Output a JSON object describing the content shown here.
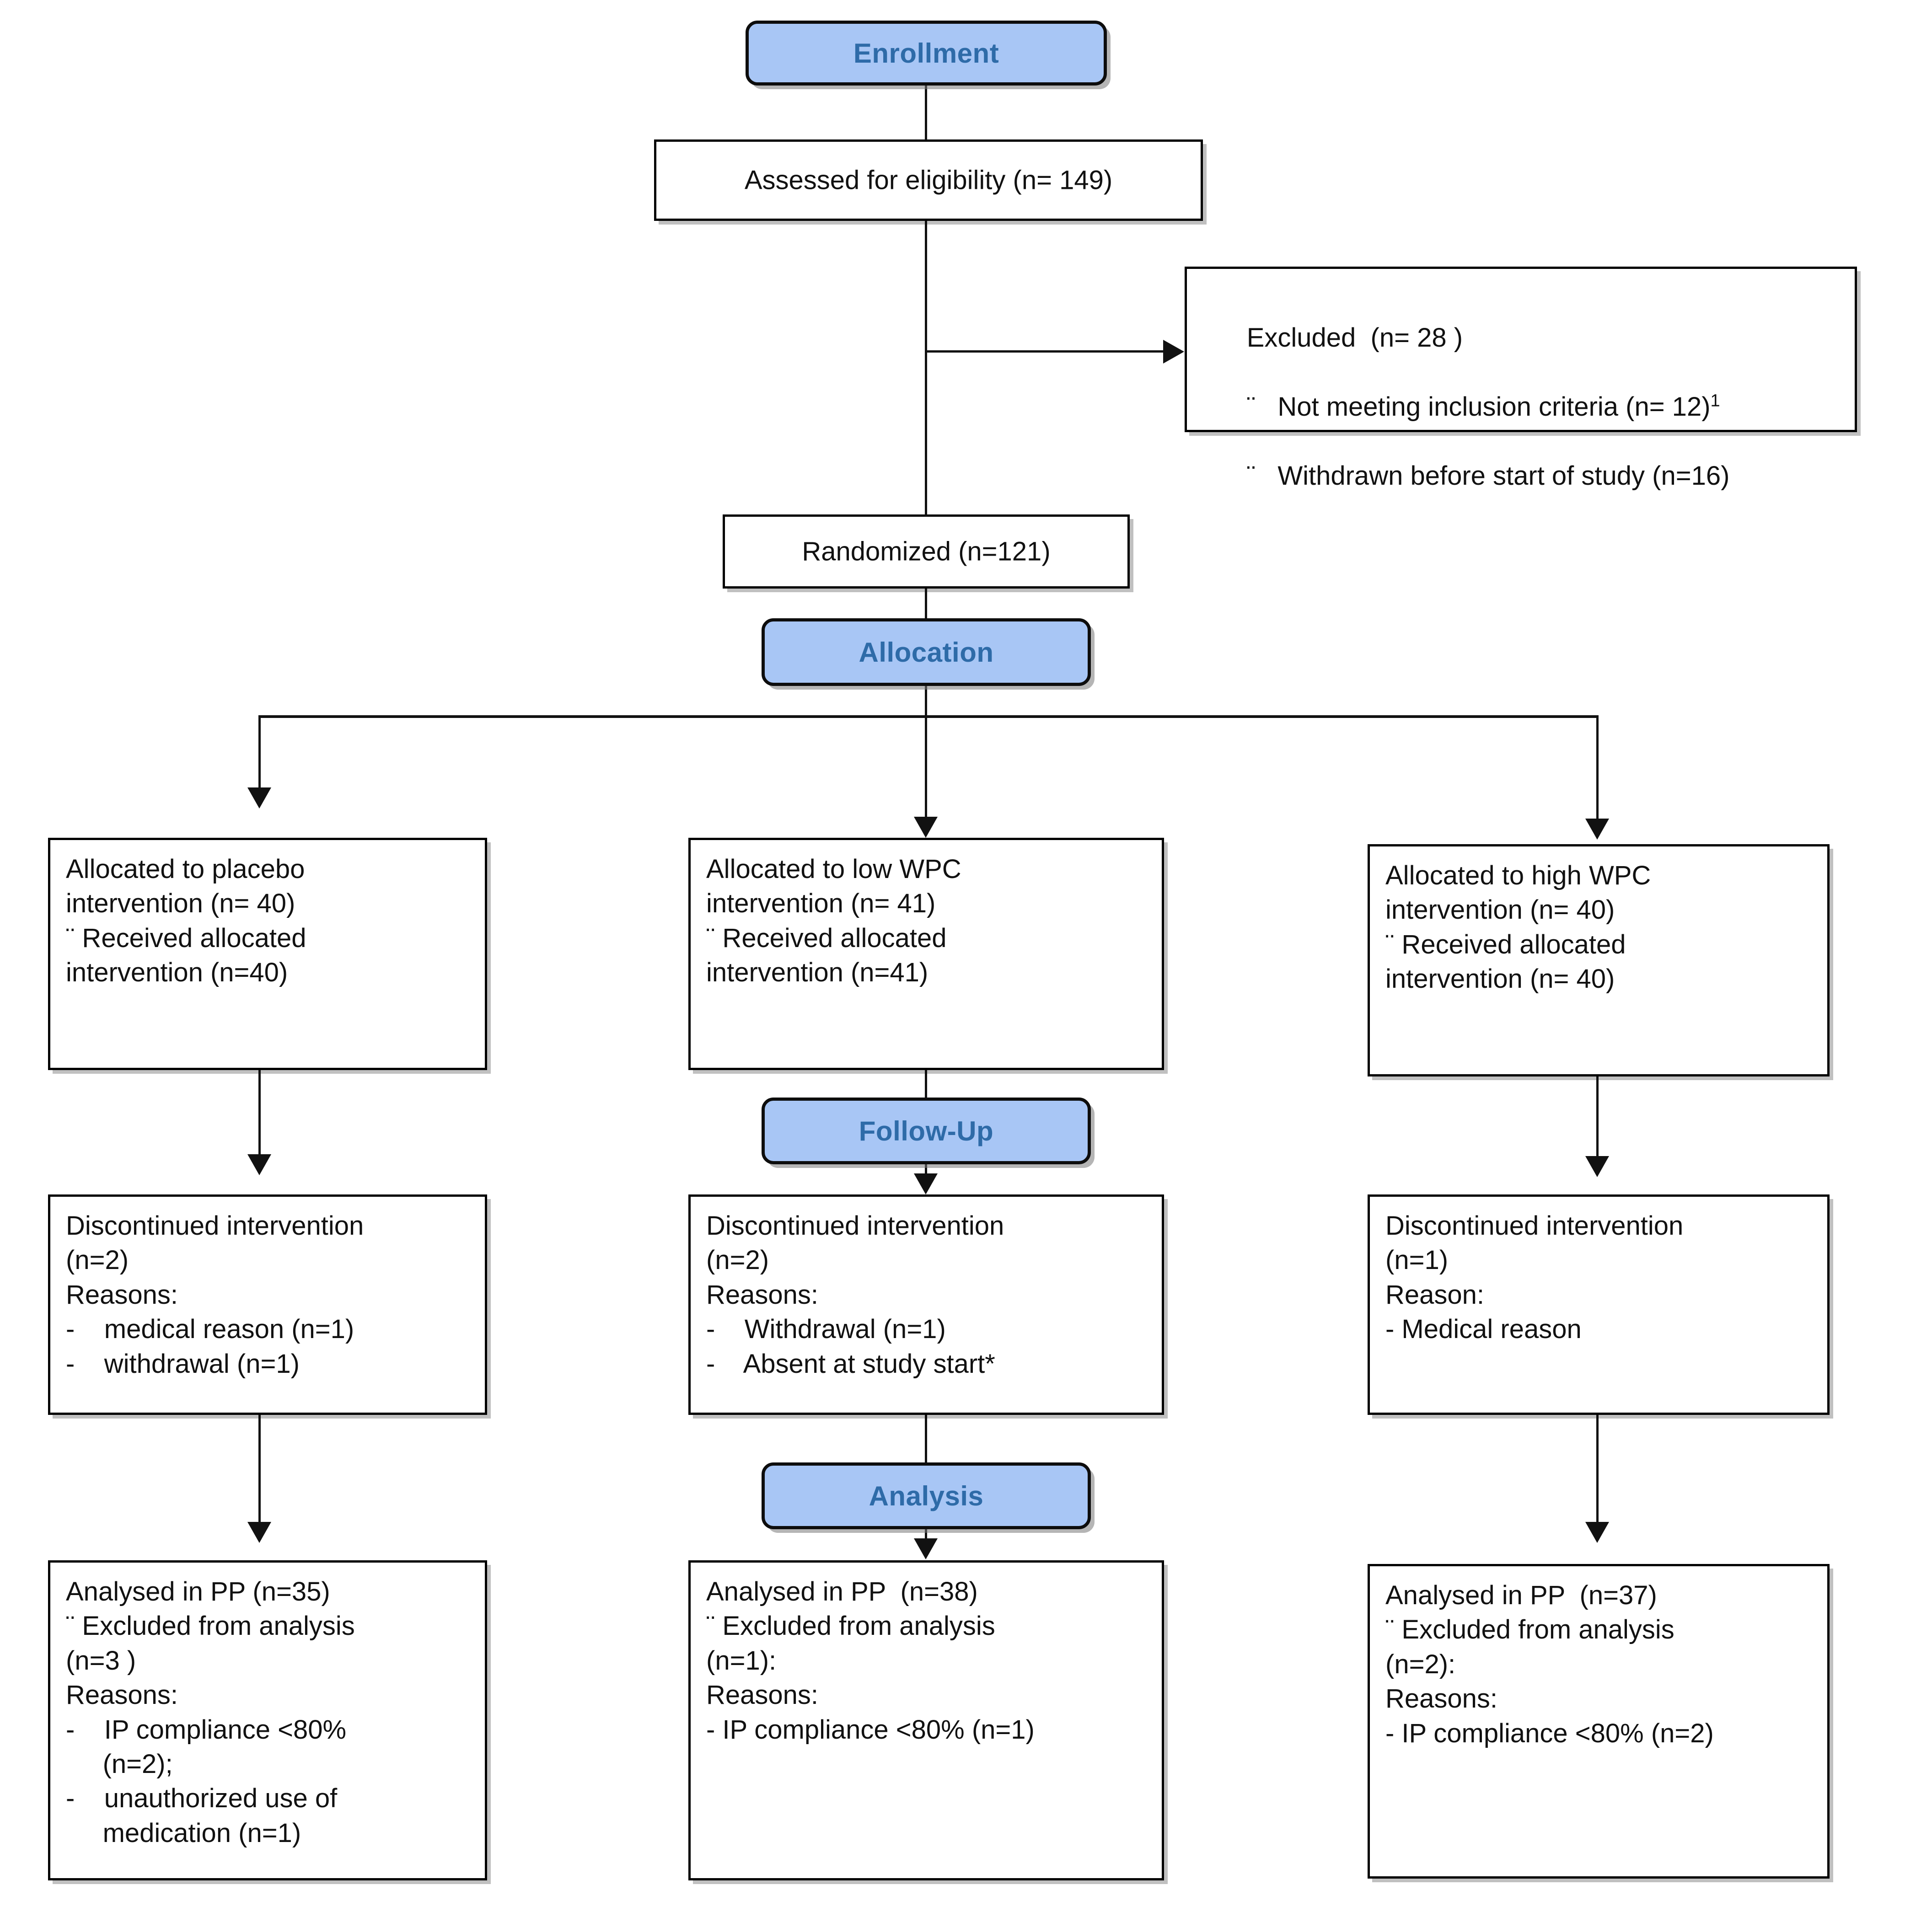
{
  "diagram": {
    "title": "CONSORT participant flow diagram",
    "accent_color": "#A8C6F5",
    "accent_text_color": "#2E6BA8",
    "line_color": "#111111"
  },
  "stages": {
    "enrollment": "Enrollment",
    "allocation": "Allocation",
    "followup": "Follow-Up",
    "analysis": "Analysis"
  },
  "enrollment": {
    "assessed": "Assessed for eligibility (n= 149)",
    "excluded": {
      "header": "Excluded  (n= 28 )",
      "bullet_glyph": "¨",
      "items": [
        "Not meeting inclusion criteria (n= 12)",
        "Withdrawn before start of study (n=16)"
      ],
      "footnote_marker": "1"
    },
    "randomized": "Randomized (n=121)"
  },
  "arms": [
    {
      "id": "placebo",
      "allocation": "Allocated to placebo\nintervention (n= 40)\n¨ Received allocated\nintervention (n=40)",
      "followup": "Discontinued intervention\n(n=2)\nReasons:\n-    medical reason (n=1)\n-    withdrawal (n=1)",
      "analysis": "Analysed in PP (n=35)\n¨ Excluded from analysis\n(n=3 )\nReasons:\n-    IP compliance <80%\n     (n=2);\n-    unauthorized use of\n     medication (n=1)"
    },
    {
      "id": "low-wpc",
      "allocation": "Allocated to low WPC\nintervention (n= 41)\n¨ Received allocated\nintervention (n=41)",
      "followup": "Discontinued intervention\n(n=2)\nReasons:\n-    Withdrawal (n=1)\n-    Absent at study start*",
      "analysis": "Analysed in PP  (n=38)\n¨ Excluded from analysis\n(n=1):\nReasons:\n- IP compliance <80% (n=1)"
    },
    {
      "id": "high-wpc",
      "allocation": "Allocated to high WPC\nintervention (n= 40)\n¨ Received allocated\nintervention (n= 40)",
      "followup": "Discontinued intervention\n(n=1)\nReason:\n- Medical reason",
      "analysis": "Analysed in PP  (n=37)\n¨ Excluded from analysis\n(n=2):\nReasons:\n- IP compliance <80% (n=2)"
    }
  ]
}
